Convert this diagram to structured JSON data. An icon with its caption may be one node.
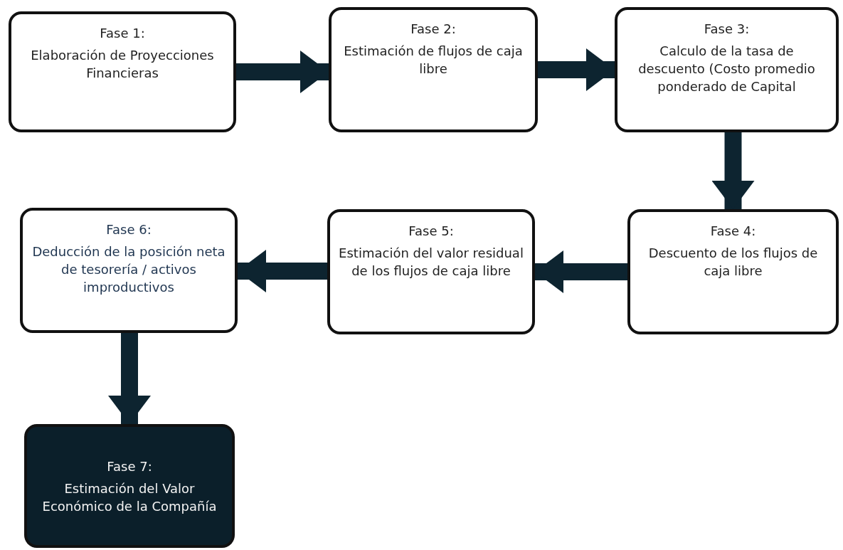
{
  "diagram": {
    "nodes": [
      {
        "text": [
          "Fase 1:",
          "Elaboración de Proyecciones Financieras"
        ]
      },
      {
        "text": [
          "Fase 2:",
          "Estimación de flujos de caja libre"
        ]
      },
      {
        "text": [
          "Fase 3:",
          "Calculo de la tasa de descuento (Costo promedio ponderado de Capital"
        ]
      },
      {
        "text": [
          "Fase 4:",
          "Descuento de los flujos de caja libre"
        ]
      },
      {
        "text": [
          "Fase 5:",
          "Estimación del valor residual de los flujos de caja libre"
        ]
      },
      {
        "text": [
          "Fase 6:",
          "Deducción de la posición neta de tesorería / activos improductivos"
        ]
      },
      {
        "text": [
          "Fase 7:",
          "Estimación del Valor Económico de la Compañía"
        ]
      }
    ],
    "edges": [
      {
        "from": 0,
        "to": 1,
        "arrow": "to"
      },
      {
        "from": 1,
        "to": 2,
        "arrow": "to"
      },
      {
        "from": 2,
        "to": 3,
        "arrow": "to"
      },
      {
        "from": 3,
        "to": 4,
        "arrow": "to"
      },
      {
        "from": 4,
        "to": 5,
        "arrow": "to"
      },
      {
        "from": 5,
        "to": 6,
        "arrow": "to"
      }
    ]
  }
}
